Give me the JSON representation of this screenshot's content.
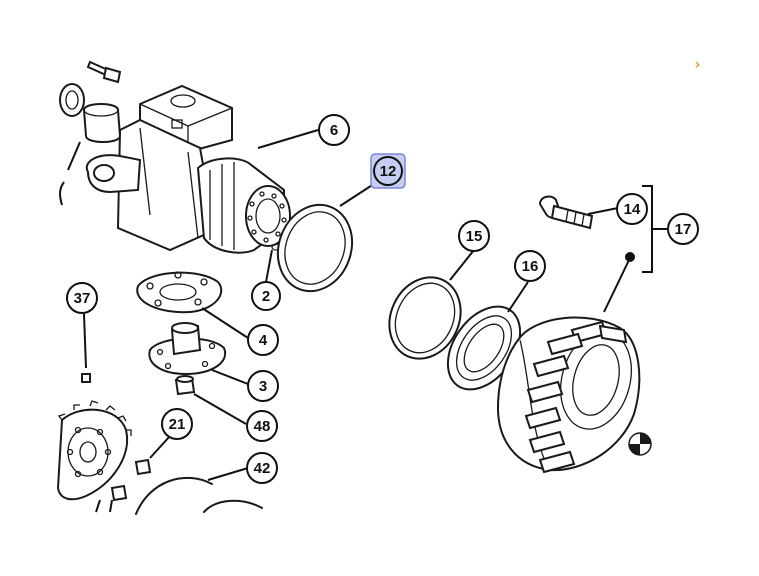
{
  "colors": {
    "ink": "#1a1a1a",
    "highlight_fill": "#c6cdf2",
    "highlight_stroke": "#7d86d8",
    "background": "#ffffff"
  },
  "callouts": {
    "c6": "6",
    "c12": "12",
    "c2": "2",
    "c4": "4",
    "c3": "3",
    "c48": "48",
    "c21": "21",
    "c42": "42",
    "c37": "37",
    "c14": "14",
    "c17": "17",
    "c15": "15",
    "c16": "16"
  },
  "highlighted_callout": "12"
}
